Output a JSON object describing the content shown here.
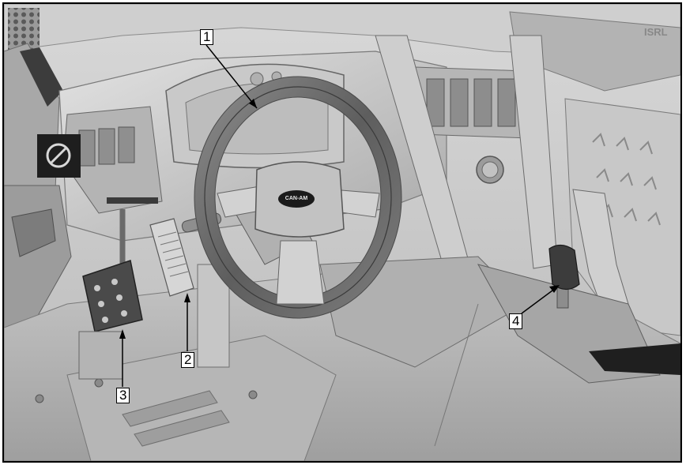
{
  "figure": {
    "title": "",
    "callouts": [
      {
        "id": "1",
        "label": "1"
      },
      {
        "id": "2",
        "label": "2"
      },
      {
        "id": "3",
        "label": "3"
      },
      {
        "id": "4",
        "label": "4"
      }
    ],
    "badge": {
      "text": "CAN-AM"
    },
    "stamp": {
      "text": "ISRL"
    }
  }
}
